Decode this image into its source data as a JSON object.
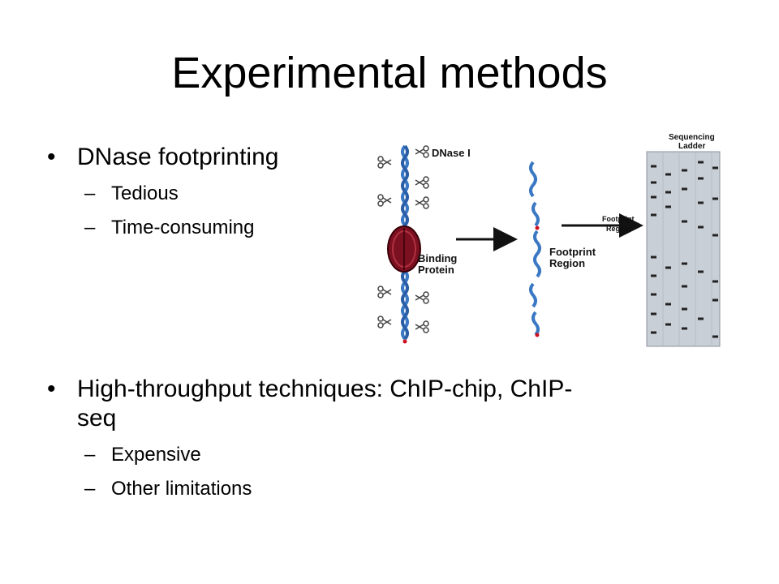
{
  "slide": {
    "title": "Experimental methods",
    "bullets": [
      {
        "text": "DNase footprinting",
        "subs": [
          "Tedious",
          "Time-consuming"
        ]
      },
      {
        "text_line1": "High-throughput techniques: ChIP-chip, ChIP-",
        "text_line2": "seq",
        "subs": [
          "Expensive",
          "Other limitations"
        ]
      }
    ],
    "bullet_glyph": "•",
    "sub_glyph": "–"
  },
  "diagram": {
    "labels": {
      "dnase": "DNase I",
      "binding_line1": "Binding",
      "binding_line2": "Protein",
      "footprint_line1": "Footprint",
      "footprint_line2": "Region",
      "footprint_small_line1": "Footprint",
      "footprint_small_line2": "Region",
      "ladder_line1": "Sequencing",
      "ladder_line2": "Ladder"
    },
    "colors": {
      "dna": "#3a78c4",
      "protein": "#7a1020",
      "end_dot": "#d01020",
      "gel": "#c9cfd6",
      "arrow": "#111111"
    },
    "icons": [
      "scissors-icon",
      "protein-icon",
      "dna-strand-icon",
      "gel-ladder-icon"
    ]
  }
}
